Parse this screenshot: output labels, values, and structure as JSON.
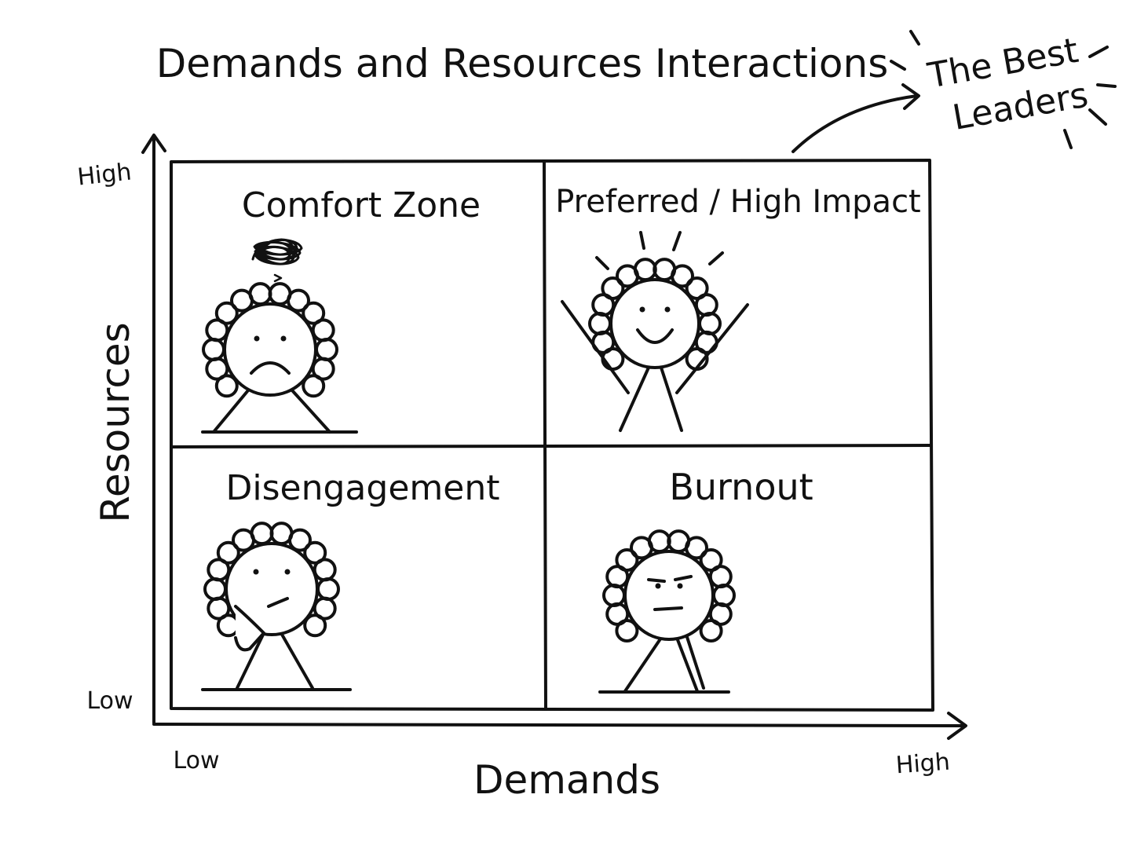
{
  "title": "Demands and Resources Interactions",
  "callout": {
    "line1": "The Best",
    "line2": "Leaders"
  },
  "axes": {
    "x": {
      "label": "Demands",
      "low": "Low",
      "high": "High"
    },
    "y": {
      "label": "Resources",
      "low": "Low",
      "high": "High"
    }
  },
  "quadrants": {
    "top_left": {
      "label": "Comfort Zone",
      "figure": "sad-figure-icon"
    },
    "top_right": {
      "label": "Preferred / High Impact",
      "figure": "happy-figure-icon"
    },
    "bottom_left": {
      "label": "Disengagement",
      "figure": "bored-figure-icon"
    },
    "bottom_right": {
      "label": "Burnout",
      "figure": "annoyed-figure-icon"
    }
  },
  "ink_color": "#111111"
}
